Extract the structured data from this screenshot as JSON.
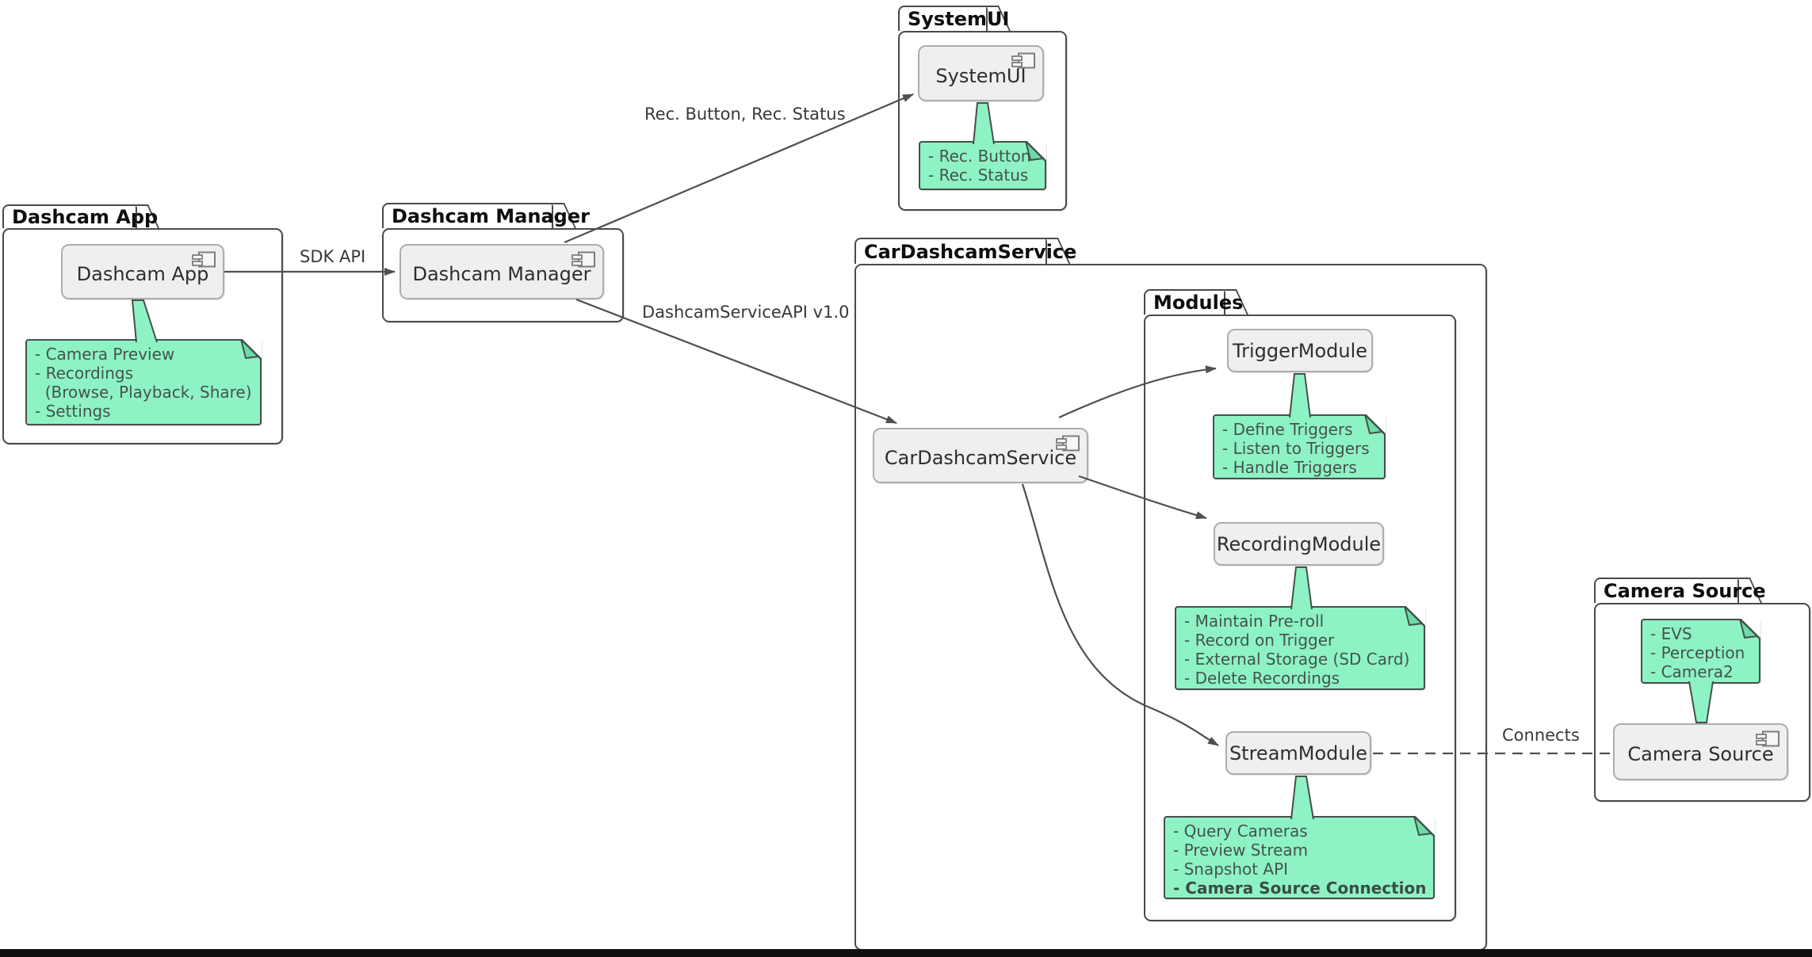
{
  "diagram_type": "UML component diagram",
  "packages": {
    "dashcam_app": {
      "title": "Dashcam App"
    },
    "dashcam_manager": {
      "title": "Dashcam Manager"
    },
    "systemui": {
      "title": "SystemUI"
    },
    "car_dashcam_service": {
      "title": "CarDashcamService"
    },
    "modules": {
      "title": "Modules"
    },
    "camera_source": {
      "title": "Camera Source"
    }
  },
  "components": {
    "dashcam_app": {
      "label": "Dashcam App"
    },
    "dashcam_manager": {
      "label": "Dashcam Manager"
    },
    "systemui": {
      "label": "SystemUI"
    },
    "car_dashcam_service": {
      "label": "CarDashcamService"
    },
    "trigger_module": {
      "label": "TriggerModule"
    },
    "recording_module": {
      "label": "RecordingModule"
    },
    "stream_module": {
      "label": "StreamModule"
    },
    "camera_source": {
      "label": "Camera Source"
    }
  },
  "notes": {
    "dashcam_app": {
      "lines": [
        "- Camera Preview",
        "- Recordings",
        "  (Browse, Playback, Share)",
        "- Settings"
      ]
    },
    "systemui": {
      "lines": [
        "- Rec. Button",
        "- Rec. Status"
      ]
    },
    "trigger_module": {
      "lines": [
        "- Define Triggers",
        "- Listen to Triggers",
        "- Handle Triggers"
      ]
    },
    "recording_module": {
      "lines": [
        "- Maintain Pre-roll",
        "- Record on Trigger",
        "- External Storage (SD Card)",
        "- Delete Recordings"
      ]
    },
    "stream_module": {
      "lines": [
        "- Query Cameras",
        "- Preview Stream",
        "- Snapshot API",
        "- Camera Source Connection"
      ]
    },
    "camera_source": {
      "lines": [
        "- EVS",
        "- Perception",
        "- Camera2"
      ]
    }
  },
  "edges": {
    "sdk_api": {
      "label": "SDK API"
    },
    "rec_button_status": {
      "label": "Rec. Button, Rec. Status"
    },
    "dashcam_service_api": {
      "label": "DashcamServiceAPI v1.0"
    },
    "connects": {
      "label": "Connects"
    }
  },
  "colors": {
    "note_fill": "#8EF3C4",
    "note_border": "#474F4A",
    "component_fill": "#EFEFEF",
    "component_border": "#ADADAD",
    "package_border": "#4A4A4A",
    "edge_line": "#4F4F4F",
    "bottom_bar": "#101010"
  }
}
